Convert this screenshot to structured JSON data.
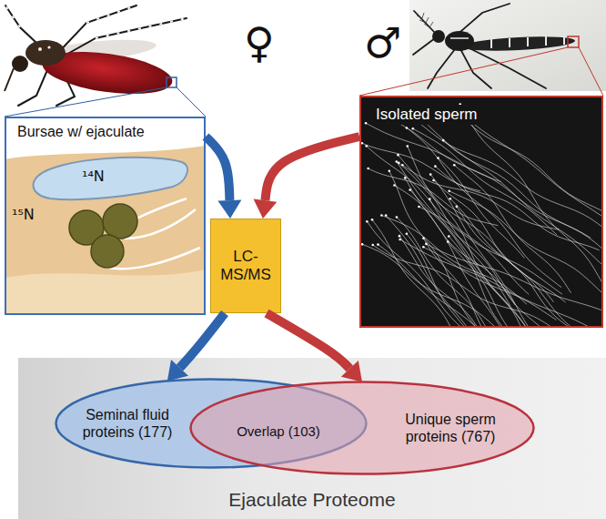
{
  "diagram": {
    "nodes": [
      {
        "text": [
          "Bursae w/ ejaculate"
        ]
      },
      {
        "text": [
          "Isolated sperm"
        ]
      },
      {
        "text": [
          "LC- MS/MS"
        ]
      },
      {
        "text": [
          "Ejaculate Proteome"
        ]
      },
      {
        "text": [
          "Seminal fluid proteins (177)"
        ],
        "in": 3
      },
      {
        "text": [
          "Overlap (103)"
        ],
        "in": 3
      },
      {
        "text": [
          "Unique sperm proteins (767)"
        ],
        "in": 3
      }
    ],
    "edges": [
      {
        "from": 0,
        "to": 2,
        "arrow": "to"
      },
      {
        "from": 1,
        "to": 2,
        "arrow": "to"
      },
      {
        "from": 2,
        "to": 4,
        "arrow": "to"
      },
      {
        "from": 2,
        "to": 6,
        "arrow": "to"
      }
    ],
    "labels": [
      "♀",
      "♂",
      "¹⁴N",
      "¹⁵N"
    ]
  }
}
